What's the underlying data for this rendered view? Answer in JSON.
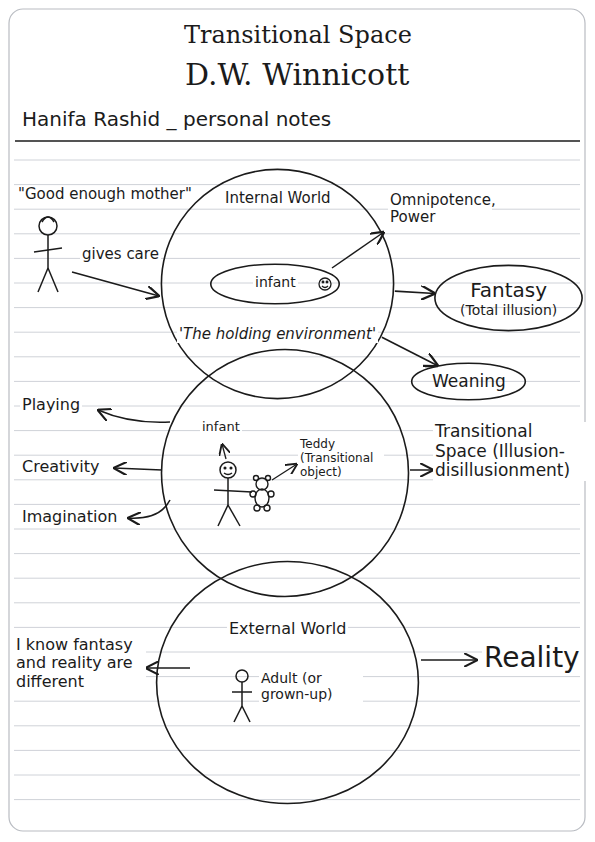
{
  "diagram": {
    "title": "Transitional Space",
    "nodes": [
      {
        "text": [
          "Internal World",
          "'The holding environment'"
        ]
      },
      {
        "text": [
          "infant"
        ],
        "in": 0
      },
      {
        "text": [
          "Fantasy",
          "(Total illusion)"
        ]
      },
      {
        "text": [
          "Weaning"
        ]
      },
      {
        "text": [
          "infant",
          "Teddy (Transitional object)"
        ]
      },
      {
        "text": [
          "External World",
          "Adult (or grown-up)"
        ]
      }
    ],
    "edges": [
      {
        "from": 0,
        "to": 2,
        "arrow": "to"
      },
      {
        "from": 0,
        "to": 3,
        "arrow": "to"
      }
    ],
    "labels": [
      "D.W. Winnicott",
      "Hanifa Rashid _ personal notes",
      "\"Good enough mother\"",
      "gives care",
      "Omnipotence, Power",
      "Playing",
      "Creativity",
      "Imagination",
      "Transitional Space (Illusion-disillusionment)",
      "Reality",
      "I know fantasy and reality are different"
    ]
  }
}
